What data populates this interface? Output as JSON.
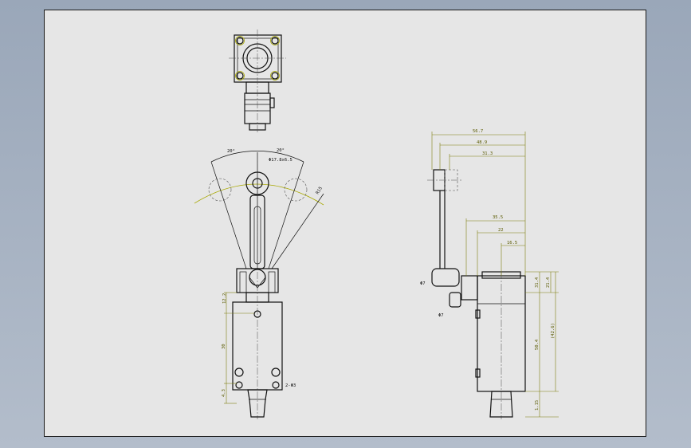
{
  "dimensions": {
    "angle_left": "20°",
    "angle_right": "20°",
    "roller_dia": "Φ17.8x6.5",
    "radius": "R15",
    "dim_56_8": "56.7",
    "dim_44_9": "48.9",
    "dim_31_2": "31.3",
    "dim_35_5": "35.5",
    "dim_22": "22",
    "dim_16_5": "16.5",
    "dim_dia_left": "Φ7",
    "dim_dia_left2": "Φ7",
    "dim_12_2": "12.2",
    "dim_30": "30",
    "dim_4_3": "4.3",
    "dim_holes": "2-Φ3",
    "dim_31_4": "31.4",
    "dim_21_4": "21.4",
    "dim_42_6": "(42.6)",
    "dim_50_4": "50.4",
    "dim_1_15": "1.15"
  }
}
